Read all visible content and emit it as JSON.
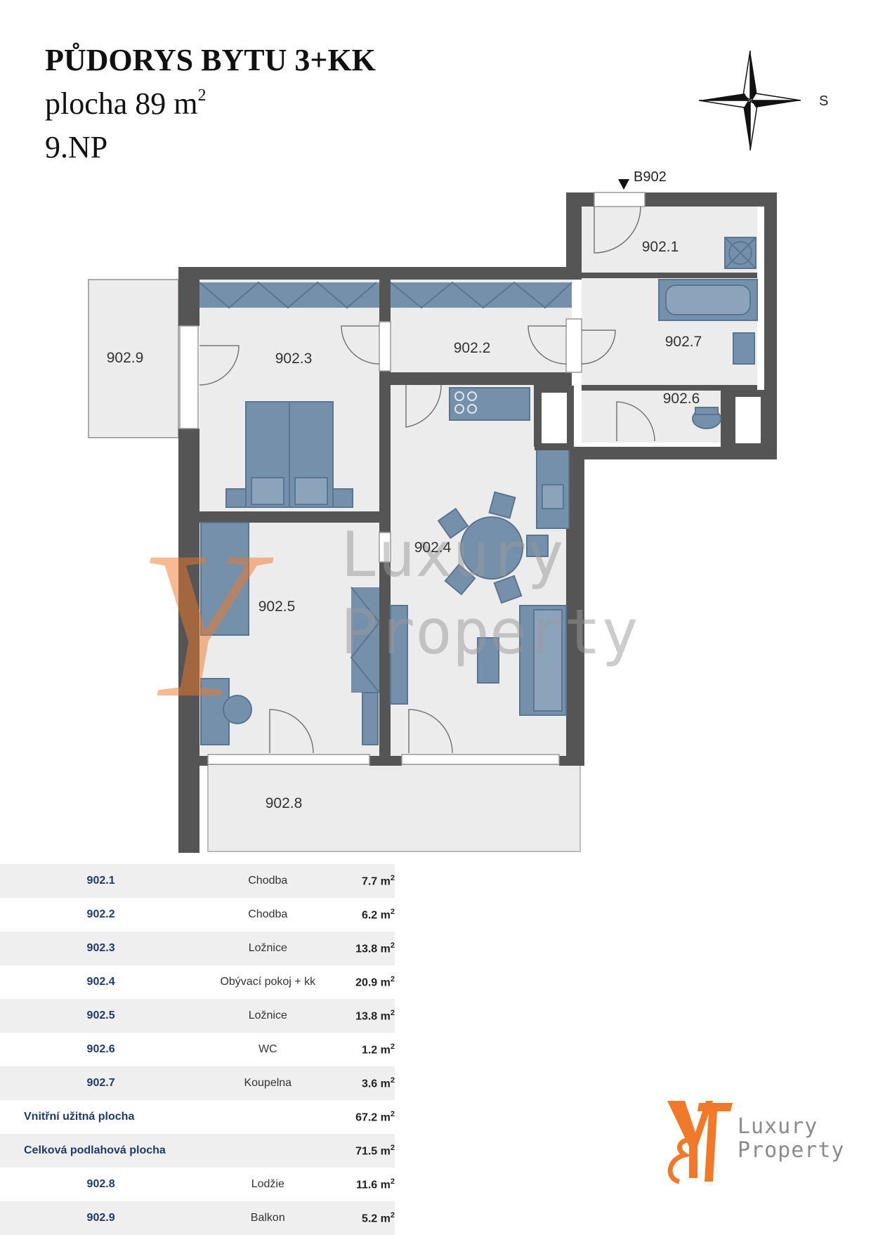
{
  "header": {
    "line1": "PŮDORYS BYTU 3+KK",
    "line2_prefix": "plocha 89 m",
    "line2_sup": "2",
    "line3": "9.NP"
  },
  "compass": {
    "label": "S"
  },
  "plan": {
    "entrance_label": "B902",
    "rooms": {
      "r9021": "902.1",
      "r9022": "902.2",
      "r9023": "902.3",
      "r9024": "902.4",
      "r9025": "902.5",
      "r9026": "902.6",
      "r9027": "902.7",
      "r9028": "902.8",
      "r9029": "902.9"
    },
    "watermark": {
      "word1": "Luxury",
      "word2": "Property"
    }
  },
  "colors": {
    "wall": "#555555",
    "floor": "#ececec",
    "furniture": "#7590ab",
    "code_text": "#1f3a6b",
    "logo_orange": "#f07a2a",
    "logo_gray": "#8b8b8b"
  },
  "table": {
    "rows": [
      {
        "code": "902.1",
        "name": "Chodba",
        "area": "7.7 m",
        "sup": "2"
      },
      {
        "code": "902.2",
        "name": "Chodba",
        "area": "6.2 m",
        "sup": "2"
      },
      {
        "code": "902.3",
        "name": "Ložnice",
        "area": "13.8 m",
        "sup": "2"
      },
      {
        "code": "902.4",
        "name": "Obývací pokoj + kk",
        "area": "20.9 m",
        "sup": "2"
      },
      {
        "code": "902.5",
        "name": "Ložnice",
        "area": "13.8 m",
        "sup": "2"
      },
      {
        "code": "902.6",
        "name": "WC",
        "area": "1.2 m",
        "sup": "2"
      },
      {
        "code": "902.7",
        "name": "Koupelna",
        "area": "3.6 m",
        "sup": "2"
      },
      {
        "code": "Vnitřní užitná plocha",
        "name": "",
        "area": "67.2 m",
        "sup": "2"
      },
      {
        "code": "Celková podlahová plocha",
        "name": "",
        "area": "71.5 m",
        "sup": "2"
      },
      {
        "code": "902.8",
        "name": "Lodžie",
        "area": "11.6 m",
        "sup": "2"
      },
      {
        "code": "902.9",
        "name": "Balkon",
        "area": "5.2 m",
        "sup": "2"
      }
    ]
  },
  "logo": {
    "line1": "Luxury",
    "line2": "Property"
  }
}
